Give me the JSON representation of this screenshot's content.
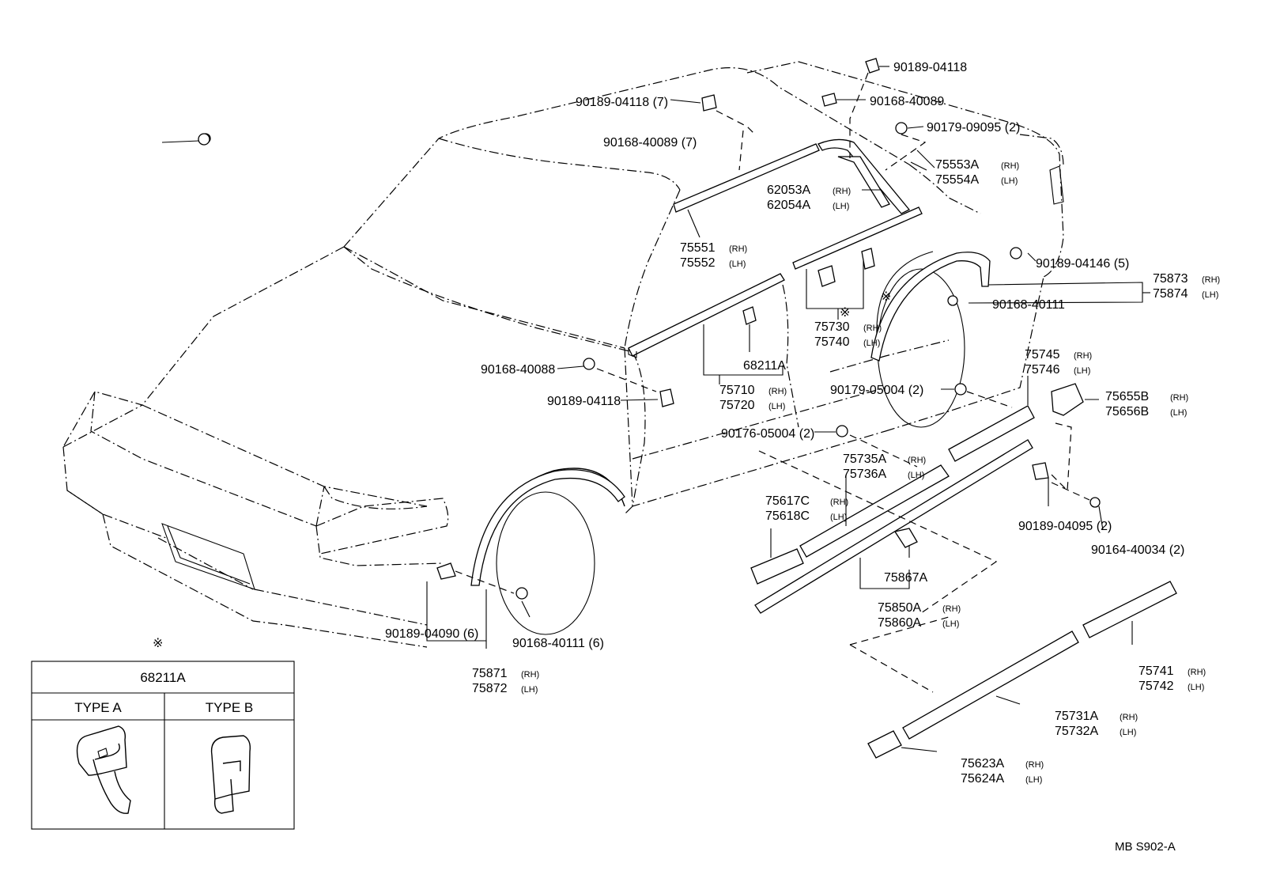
{
  "labels": [
    {
      "id": "p1",
      "text": "90189-04118"
    },
    {
      "id": "p2",
      "text": "90189-04118 (7)"
    },
    {
      "id": "p3",
      "text": "90168-40089"
    },
    {
      "id": "p4",
      "text": "90168-40089 (7)"
    },
    {
      "id": "p5",
      "text": "90179-09095 (2)"
    },
    {
      "id": "p6a",
      "text": "75553A"
    },
    {
      "id": "p6b",
      "text": "75554A"
    },
    {
      "id": "p7a",
      "text": "62053A"
    },
    {
      "id": "p7b",
      "text": "62054A"
    },
    {
      "id": "p8a",
      "text": "75551"
    },
    {
      "id": "p8b",
      "text": "75552"
    },
    {
      "id": "p9",
      "text": "90189-04146 (5)"
    },
    {
      "id": "p10a",
      "text": "75873"
    },
    {
      "id": "p10b",
      "text": "75874"
    },
    {
      "id": "p11",
      "text": "90168-40111"
    },
    {
      "id": "p12a",
      "text": "75730"
    },
    {
      "id": "p12b",
      "text": "75740"
    },
    {
      "id": "p13",
      "text": "68211A"
    },
    {
      "id": "p14",
      "text": "90168-40088"
    },
    {
      "id": "p15",
      "text": "90189-04118"
    },
    {
      "id": "p16a",
      "text": "75710"
    },
    {
      "id": "p16b",
      "text": "75720"
    },
    {
      "id": "p17",
      "text": "90179-05004 (2)"
    },
    {
      "id": "p18a",
      "text": "75745"
    },
    {
      "id": "p18b",
      "text": "75746"
    },
    {
      "id": "p19a",
      "text": "75655B"
    },
    {
      "id": "p19b",
      "text": "75656B"
    },
    {
      "id": "p20",
      "text": "90176-05004 (2)"
    },
    {
      "id": "p21a",
      "text": "75735A"
    },
    {
      "id": "p21b",
      "text": "75736A"
    },
    {
      "id": "p22a",
      "text": "75617C"
    },
    {
      "id": "p22b",
      "text": "75618C"
    },
    {
      "id": "p23",
      "text": "90189-04095 (2)"
    },
    {
      "id": "p24",
      "text": "90164-40034 (2)"
    },
    {
      "id": "p25",
      "text": "75867A"
    },
    {
      "id": "p26a",
      "text": "75850A"
    },
    {
      "id": "p26b",
      "text": "75860A"
    },
    {
      "id": "p27",
      "text": "90189-04090 (6)"
    },
    {
      "id": "p28",
      "text": "90168-40111 (6)"
    },
    {
      "id": "p29a",
      "text": "75871"
    },
    {
      "id": "p29b",
      "text": "75872"
    },
    {
      "id": "p30a",
      "text": "75741"
    },
    {
      "id": "p30b",
      "text": "75742"
    },
    {
      "id": "p31a",
      "text": "75731A"
    },
    {
      "id": "p31b",
      "text": "75732A"
    },
    {
      "id": "p32a",
      "text": "75623A"
    },
    {
      "id": "p32b",
      "text": "75624A"
    }
  ],
  "sides": {
    "rh": "(RH)",
    "lh": "(LH)"
  },
  "asterisk": "※",
  "inset": {
    "marker": "※",
    "title": "68211A",
    "type_a": "TYPE  A",
    "type_b": "TYPE  B"
  },
  "drawing_code": "MB  S902-A"
}
